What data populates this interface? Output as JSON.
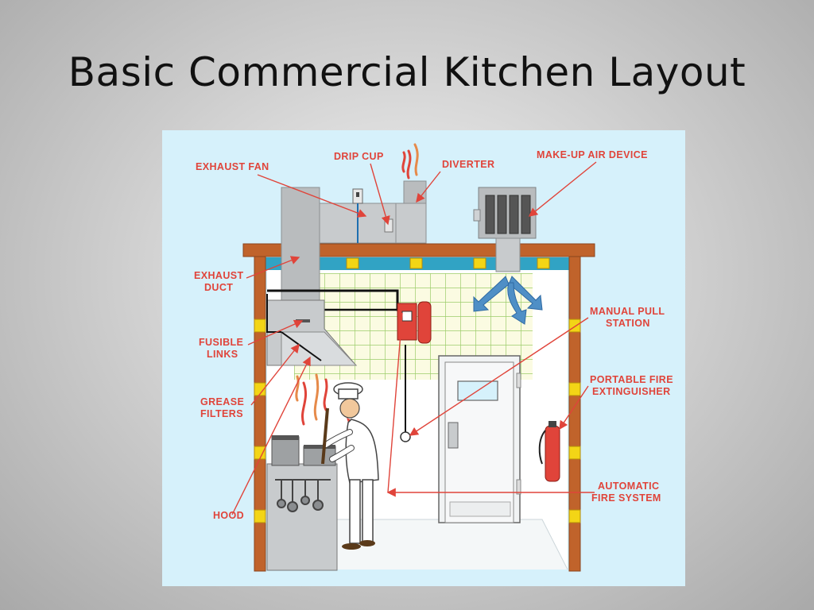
{
  "slide": {
    "title": "Basic Commercial Kitchen Layout"
  },
  "labels": {
    "exhaust_fan": "EXHAUST FAN",
    "drip_cup": "DRIP CUP",
    "diverter": "DIVERTER",
    "make_up_air_device": "MAKE-UP AIR DEVICE",
    "exhaust_duct": [
      "EXHAUST",
      "DUCT"
    ],
    "fusible_links": [
      "FUSIBLE",
      "LINKS"
    ],
    "grease_filters": [
      "GREASE",
      "FILTERS"
    ],
    "hood": "HOOD",
    "manual_pull_station": [
      "MANUAL PULL",
      "STATION"
    ],
    "portable_fire_extinguisher": [
      "PORTABLE FIRE",
      "EXTINGUISHER"
    ],
    "automatic_fire_system": [
      "AUTOMATIC",
      "FIRE SYSTEM"
    ]
  },
  "colors": {
    "label": "#e0443a",
    "wall": "#c0632b",
    "duct": "#b9bcbe",
    "tile_line": "#9dcc6a",
    "tile_bg": "#fbfbe2",
    "sky": "#d6f1fb"
  }
}
